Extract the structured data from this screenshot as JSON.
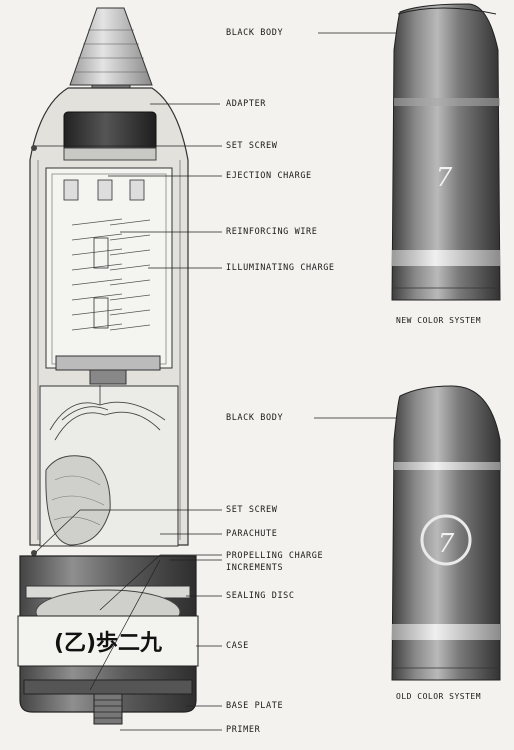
{
  "labels": {
    "black_body_top": "BLACK BODY",
    "adapter": "ADAPTER",
    "set_screw_top": "SET SCREW",
    "ejection_charge": "EJECTION CHARGE",
    "reinforcing_wire": "REINFORCING WIRE",
    "illuminating_charge": "ILLUMINATING CHARGE",
    "black_body_bottom": "BLACK BODY",
    "set_screw_bottom": "SET SCREW",
    "parachute": "PARACHUTE",
    "propelling_charge_line1": "PROPELLING CHARGE",
    "propelling_charge_line2": "INCREMENTS",
    "sealing_disc": "SEALING DISC",
    "case": "CASE",
    "base_plate": "BASE PLATE",
    "primer": "PRIMER"
  },
  "captions": {
    "new_color_system": "NEW COLOR SYSTEM",
    "old_color_system": "OLD COLOR SYSTEM"
  },
  "markings": {
    "case_stencil": "(乙)歩二九",
    "shell_number_new": "7",
    "shell_number_old": "7"
  },
  "colors": {
    "shell_body": "#6f6f6f",
    "shell_band": "#d6d6d6",
    "background": "#f3f2ee"
  }
}
